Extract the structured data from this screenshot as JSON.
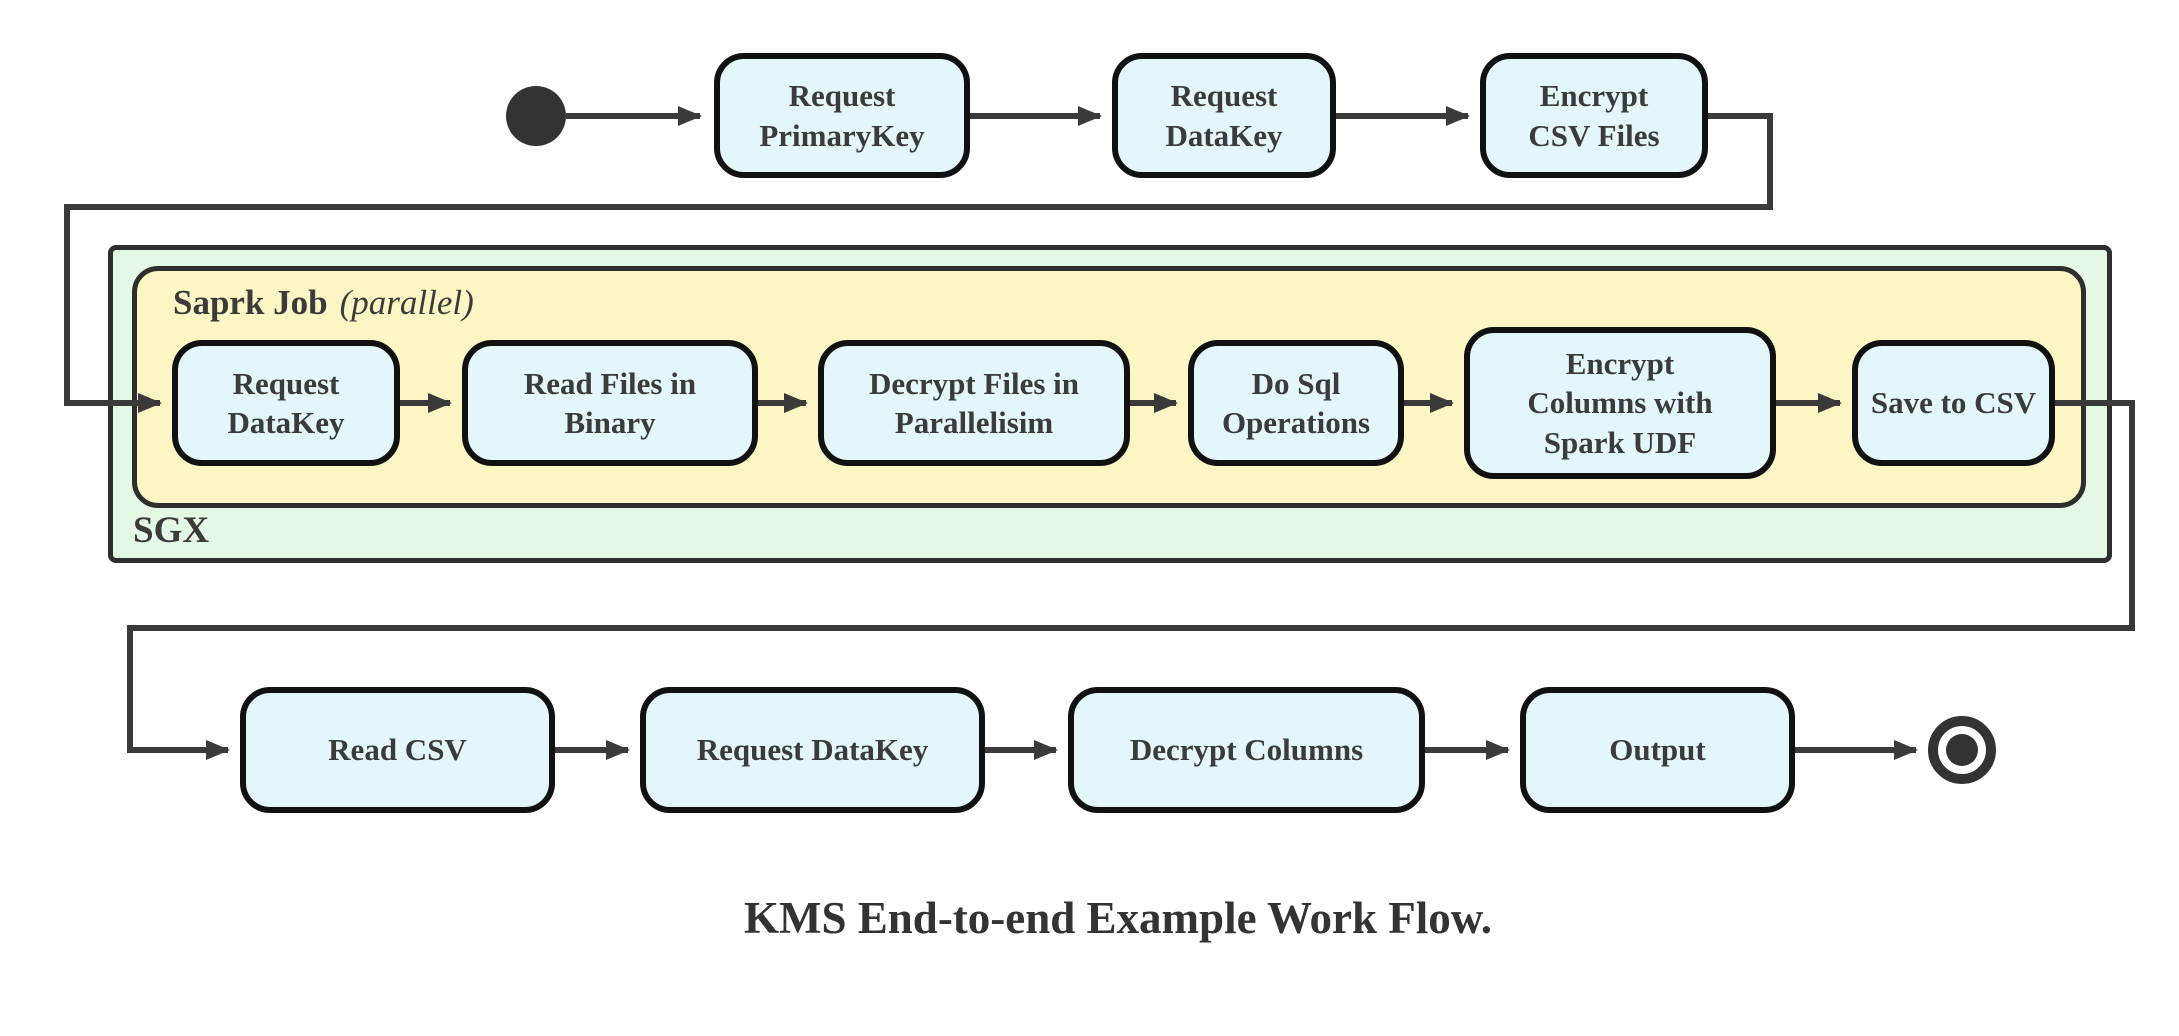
{
  "caption": "KMS End-to-end Example Work Flow.",
  "top_row": {
    "nodes": [
      "Request PrimaryKey",
      "Request DataKey",
      "Encrypt CSV Files"
    ]
  },
  "sgx_container": {
    "label": "SGX"
  },
  "spark_container": {
    "title": "Saprk Job",
    "mode": "(parallel)"
  },
  "spark_row": {
    "nodes": [
      "Request DataKey",
      "Read Files in Binary",
      "Decrypt Files in Parallelisim",
      "Do Sql Operations",
      "Encrypt Columns with Spark UDF",
      "Save to CSV"
    ]
  },
  "bottom_row": {
    "nodes": [
      "Read CSV",
      "Request DataKey",
      "Decrypt Columns",
      "Output"
    ]
  },
  "colors": {
    "node_fill": "#e3f7fb",
    "node_border": "#111111",
    "spark_fill": "#fbf6c3",
    "sgx_fill": "#e4f8e6",
    "connector": "#3a3a3a",
    "text": "#3b3b3b"
  }
}
